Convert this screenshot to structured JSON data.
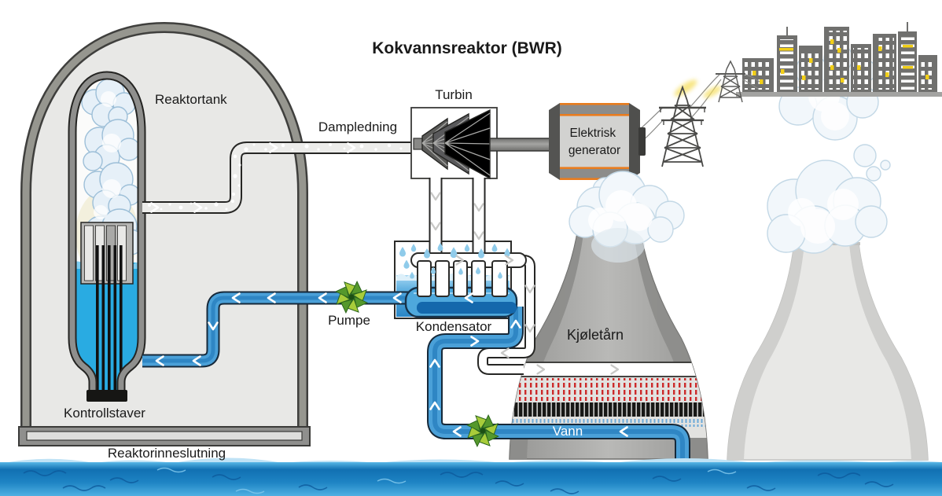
{
  "title": "Kokvannsreaktor (BWR)",
  "labels": {
    "reactor_tank": "Reaktortank",
    "steam_line": "Dampledning",
    "turbine": "Turbin",
    "generator_line1": "Elektrisk",
    "generator_line2": "generator",
    "pump": "Pumpe",
    "condenser": "Kondensator",
    "cooling_tower": "Kjøletårn",
    "water": "Vann",
    "control_rods": "Kontrollstaver",
    "containment": "Reaktorinneslutning"
  },
  "colors": {
    "water_blue": "#29abe2",
    "pipe_blue_core": "#3d9bd6",
    "pipe_outline": "#16293a",
    "steam_pipe_fill": "#ececea",
    "pump_green_light": "#a8cc3a",
    "pump_green_dark": "#55982c",
    "generator_accent_orange": "#e87c1e",
    "hot_water_red": "#cc2a2a",
    "cool_water_dash_blue": "#6aa8d8",
    "structure_gray": "#8f8f8d",
    "containment_interior": "#e8e8e6",
    "city_gray": "#70706e",
    "window_yellow": "#f2cf18",
    "sea_blue": "#1272b4",
    "cloud_tint": "#e6f0f8"
  },
  "flow": {
    "steam_direction": "reactor → turbine",
    "feedwater_direction": "condenser → reactor",
    "cooling_direction": "sea → cooling tower → condenser"
  }
}
